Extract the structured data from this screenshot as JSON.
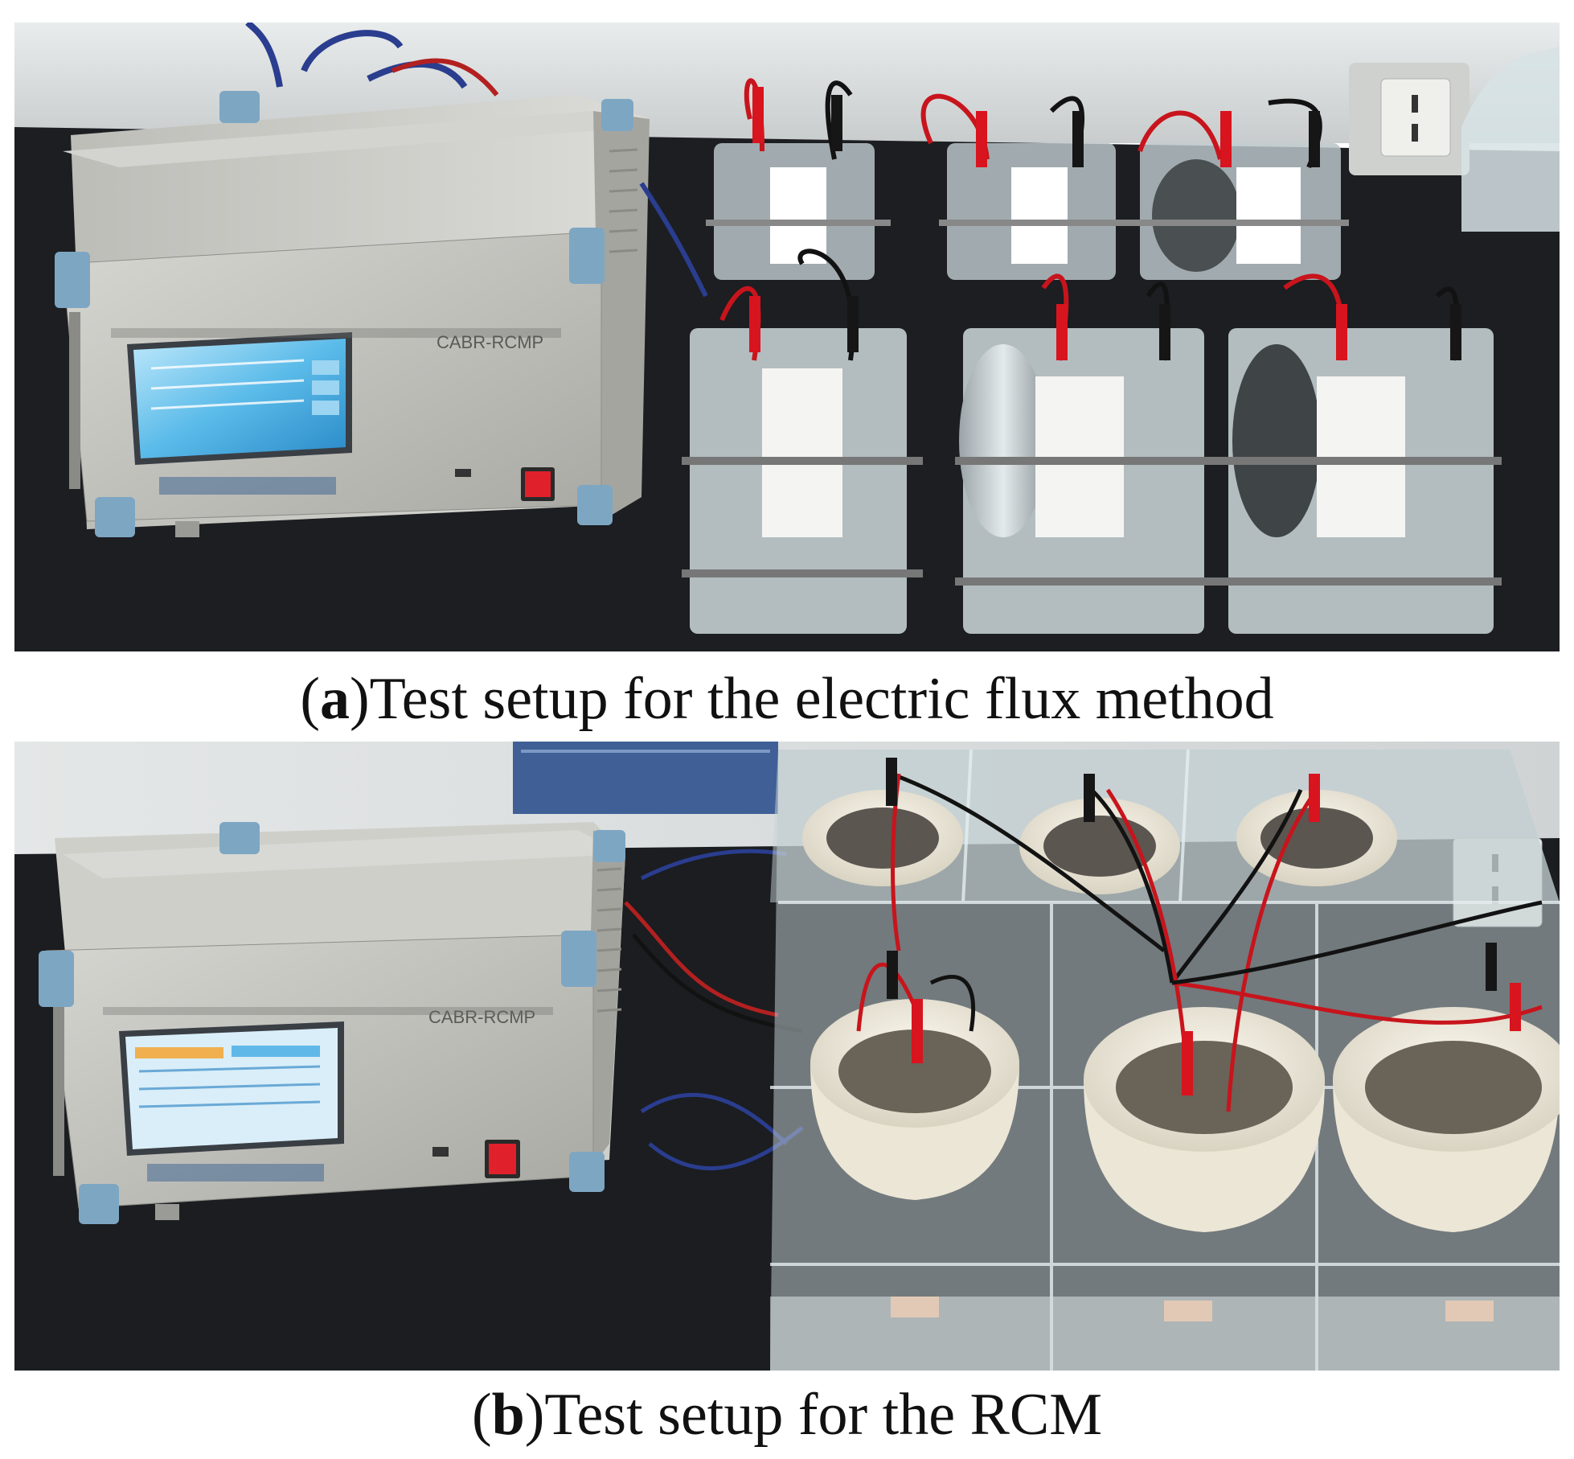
{
  "panel_a": {
    "label": "a",
    "caption": "Test setup for the electric flux method",
    "device_model": "CABR-RCMP"
  },
  "panel_b": {
    "label": "b",
    "caption": "Test setup for the RCM",
    "device_model": "CABR-RCMP"
  },
  "colors": {
    "bench": "#1b1d20",
    "wall": "#d9dcdc",
    "device_body": "#c9c9c4",
    "screen": "#4fb3e6",
    "power_switch": "#e0202a",
    "red_lead": "#c8141c",
    "black_lead": "#121212",
    "acrylic": "#c7d3d6"
  }
}
